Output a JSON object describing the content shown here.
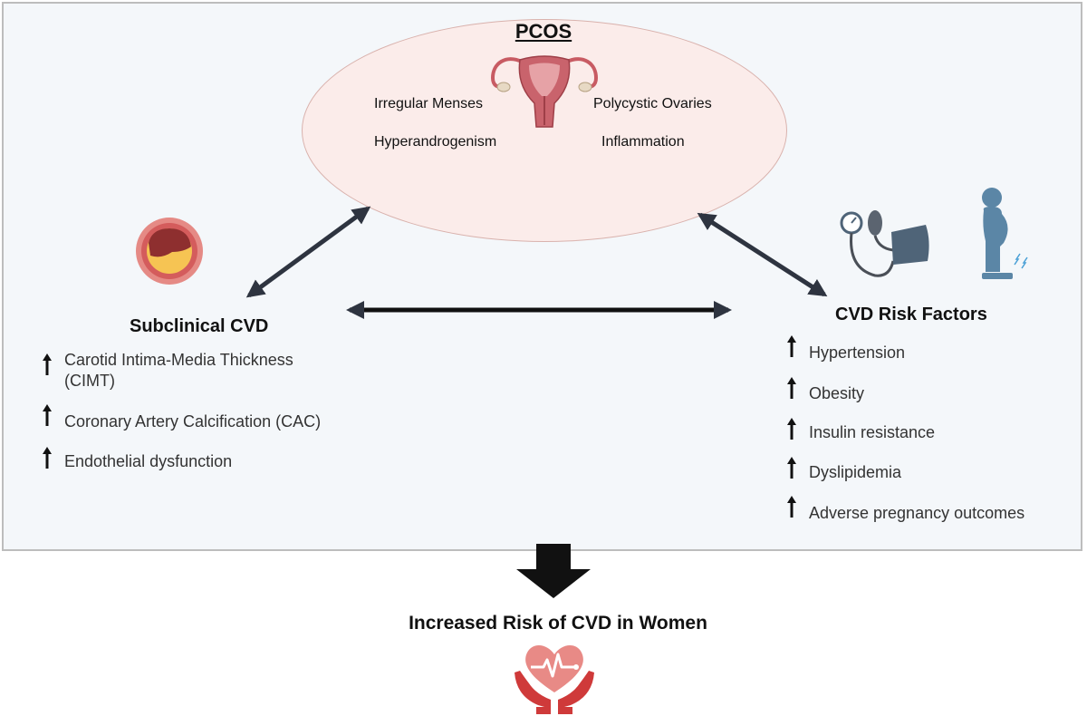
{
  "pcos": {
    "title": "PCOS",
    "features": [
      "Irregular Menses",
      "Polycystic Ovaries",
      "Hyperandrogenism",
      "Inflammation"
    ],
    "icon": "uterus-icon"
  },
  "subclinical": {
    "title": "Subclinical CVD",
    "icon": "artery-plaque-icon",
    "items": [
      "Carotid Intima-Media Thickness",
      "(CIMT)",
      "Coronary Artery Calcification (CAC)",
      "Endothelial dysfunction"
    ]
  },
  "risk_factors": {
    "title": "CVD Risk Factors",
    "icons": [
      "blood-pressure-monitor-icon",
      "obese-person-on-scale-icon"
    ],
    "items": [
      "Hypertension",
      "Obesity",
      "Insulin resistance",
      "Dyslipidemia",
      "Adverse pregnancy outcomes"
    ]
  },
  "conclusion": {
    "title": "Increased Risk of CVD in Women",
    "icon": "heart-in-hands-icon"
  },
  "colors": {
    "panel_bg": "#f4f7fa",
    "ellipse_bg": "#fbecea",
    "arrow": "#2e3440",
    "heart": "#e06a6a",
    "hands": "#cf3a3a",
    "monitor": "#4f6478"
  }
}
